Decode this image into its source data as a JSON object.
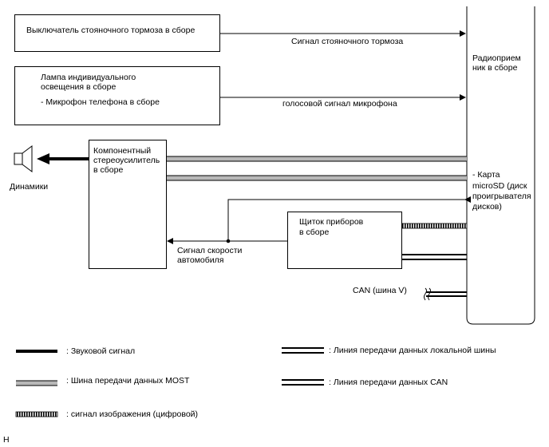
{
  "components": {
    "parking_brake_switch": "Выключатель стояночного тормоза в сборе",
    "lamp_line1": "Лампа индивидуального",
    "lamp_line2": "освещения в сборе",
    "lamp_line3": "- Микрофон телефона в сборе",
    "amplifier_line1": "Компонентный",
    "amplifier_line2": "стереоусилитель",
    "amplifier_line3": "в сборе",
    "speakers": "Динамики",
    "meter_line1": "Щиток приборов",
    "meter_line2": "в сборе",
    "radio_line1": "Радиоприем",
    "radio_line2": "ник в сборе",
    "sd_line1": "- Карта",
    "sd_line2": "microSD (диск",
    "sd_line3": "проигрывателя",
    "sd_line4": "дисков)"
  },
  "signals": {
    "parking_brake_signal": "Сигнал стояночного тормоза",
    "mic_signal": "голосовой сигнал микрофона",
    "speed_line1": "Сигнал скорости",
    "speed_line2": "автомобиля",
    "can_bus": "CAN (шина V)"
  },
  "legend": {
    "sound": ": Звуковой сигнал",
    "most": ": Шина передачи данных MOST",
    "video": ": сигнал изображения (цифровой)",
    "local_bus": ": Линия передачи данных локальной шины",
    "can": ": Линия передачи данных CAN"
  },
  "footer": {
    "code": "H"
  }
}
